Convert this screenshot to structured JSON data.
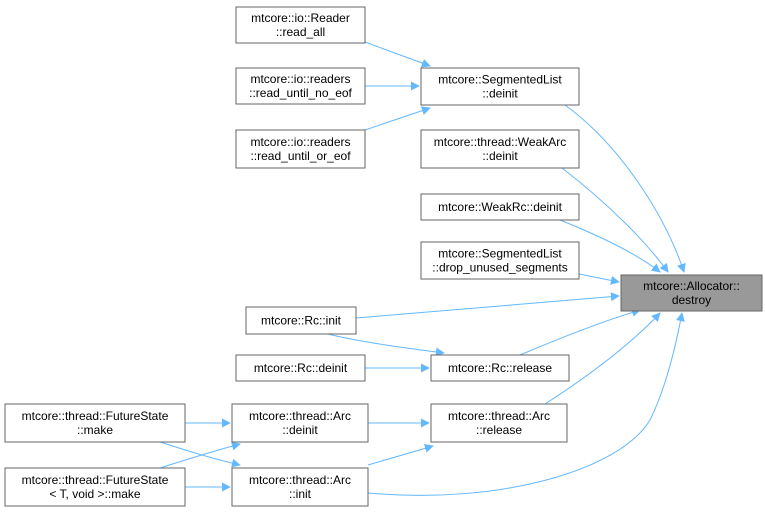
{
  "colors": {
    "edge": "#63b8ff",
    "node_border": "#666666",
    "node_fill": "#ffffff",
    "target_fill": "#999999"
  },
  "nodes": [
    {
      "id": "reader_read_all",
      "name": "node-reader-read-all",
      "lines": [
        "mtcore::io::Reader",
        "::read_all"
      ]
    },
    {
      "id": "read_until_no_eof",
      "name": "node-readers-read-until-no-eof",
      "lines": [
        "mtcore::io::readers",
        "::read_until_no_eof"
      ]
    },
    {
      "id": "read_until_or_eof",
      "name": "node-readers-read-until-or-eof",
      "lines": [
        "mtcore::io::readers",
        "::read_until_or_eof"
      ]
    },
    {
      "id": "seglist_deinit",
      "name": "node-segmentedlist-deinit",
      "lines": [
        "mtcore::SegmentedList",
        "::deinit"
      ]
    },
    {
      "id": "weakarc_deinit",
      "name": "node-weakarc-deinit",
      "lines": [
        "mtcore::thread::WeakArc",
        "::deinit"
      ]
    },
    {
      "id": "weakrc_deinit",
      "name": "node-weakrc-deinit",
      "lines": [
        "mtcore::WeakRc::deinit"
      ]
    },
    {
      "id": "seglist_drop",
      "name": "node-segmentedlist-drop-unused-segments",
      "lines": [
        "mtcore::SegmentedList",
        "::drop_unused_segments"
      ]
    },
    {
      "id": "allocator_destroy",
      "name": "node-allocator-destroy",
      "lines": [
        "mtcore::Allocator::",
        "destroy"
      ],
      "target": true
    },
    {
      "id": "rc_init",
      "name": "node-rc-init",
      "lines": [
        "mtcore::Rc::init"
      ]
    },
    {
      "id": "rc_deinit",
      "name": "node-rc-deinit",
      "lines": [
        "mtcore::Rc::deinit"
      ]
    },
    {
      "id": "rc_release",
      "name": "node-rc-release",
      "lines": [
        "mtcore::Rc::release"
      ]
    },
    {
      "id": "futurestate_make",
      "name": "node-futurestate-make",
      "lines": [
        "mtcore::thread::FutureState",
        "::make"
      ]
    },
    {
      "id": "futurestate_void_make",
      "name": "node-futurestate-void-make",
      "lines": [
        "mtcore::thread::FutureState",
        "< T, void >::make"
      ]
    },
    {
      "id": "arc_deinit",
      "name": "node-arc-deinit",
      "lines": [
        "mtcore::thread::Arc",
        "::deinit"
      ]
    },
    {
      "id": "arc_release",
      "name": "node-arc-release",
      "lines": [
        "mtcore::thread::Arc",
        "::release"
      ]
    },
    {
      "id": "arc_init",
      "name": "node-arc-init",
      "lines": [
        "mtcore::thread::Arc",
        "::init"
      ]
    }
  ],
  "edges": [
    {
      "from": "reader_read_all",
      "to": "seglist_deinit"
    },
    {
      "from": "read_until_no_eof",
      "to": "seglist_deinit"
    },
    {
      "from": "read_until_or_eof",
      "to": "seglist_deinit"
    },
    {
      "from": "seglist_deinit",
      "to": "allocator_destroy"
    },
    {
      "from": "weakarc_deinit",
      "to": "allocator_destroy"
    },
    {
      "from": "weakrc_deinit",
      "to": "allocator_destroy"
    },
    {
      "from": "seglist_drop",
      "to": "allocator_destroy"
    },
    {
      "from": "rc_init",
      "to": "allocator_destroy"
    },
    {
      "from": "rc_init",
      "to": "rc_release"
    },
    {
      "from": "rc_deinit",
      "to": "rc_release"
    },
    {
      "from": "rc_release",
      "to": "allocator_destroy"
    },
    {
      "from": "futurestate_make",
      "to": "arc_deinit"
    },
    {
      "from": "futurestate_make",
      "to": "arc_init"
    },
    {
      "from": "futurestate_void_make",
      "to": "arc_deinit"
    },
    {
      "from": "futurestate_void_make",
      "to": "arc_init"
    },
    {
      "from": "arc_deinit",
      "to": "arc_release"
    },
    {
      "from": "arc_init",
      "to": "arc_release"
    },
    {
      "from": "arc_release",
      "to": "allocator_destroy"
    },
    {
      "from": "arc_init",
      "to": "allocator_destroy"
    }
  ]
}
